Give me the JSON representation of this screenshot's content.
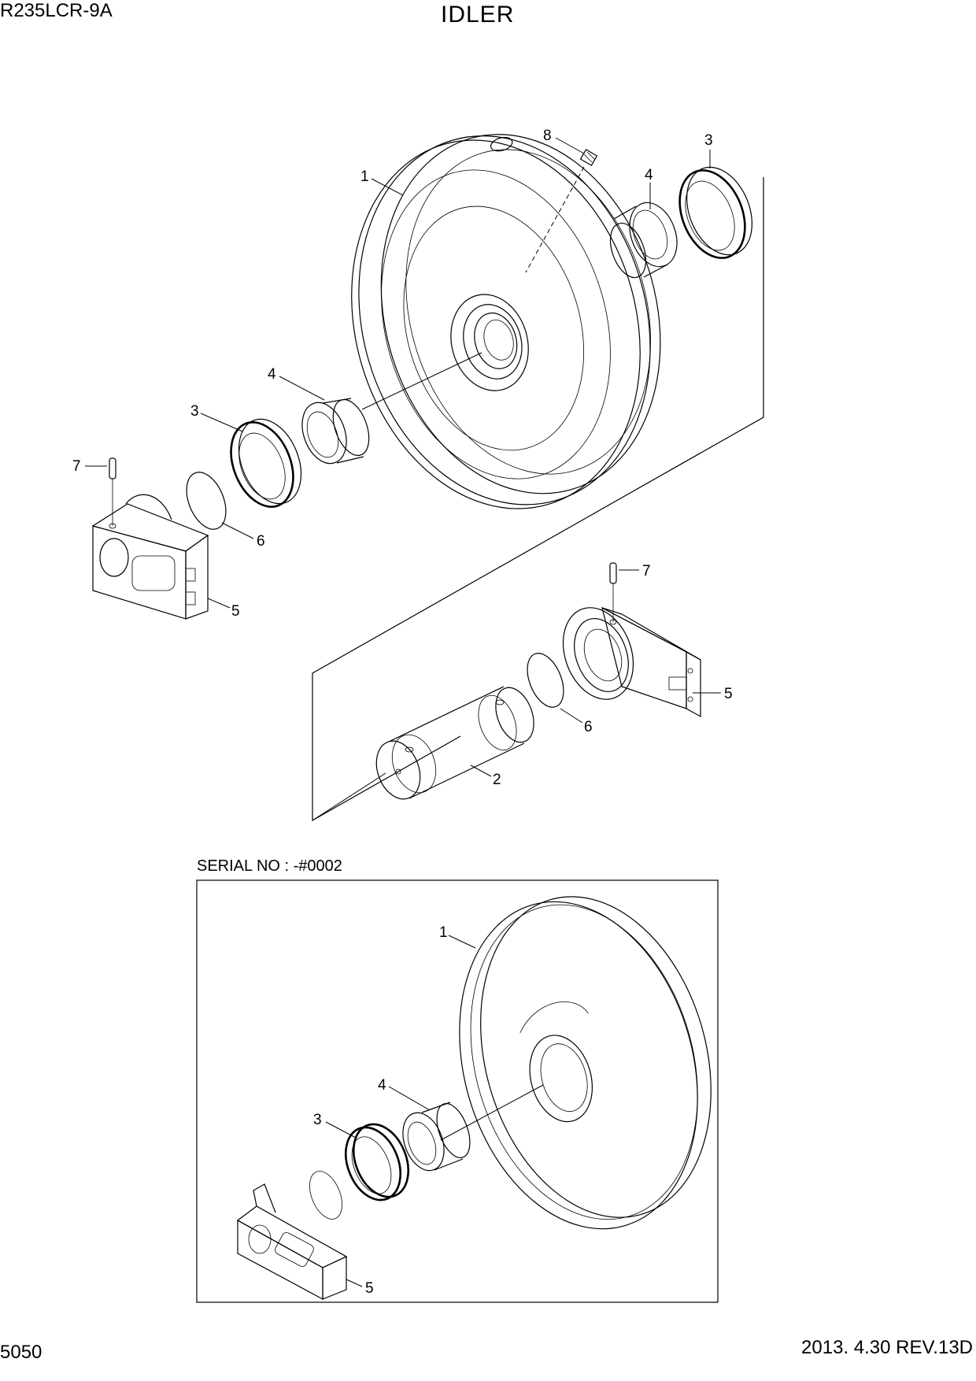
{
  "header": {
    "model": "R235LCR-9A",
    "title": "IDLER"
  },
  "inset": {
    "serial_label": "SERIAL NO : -#0002"
  },
  "footer": {
    "page_number": "5050",
    "revision": "2013. 4.30  REV.13D"
  },
  "callouts": {
    "idler_main": "1",
    "shaft": "2",
    "seal_right": "3",
    "bushing_right": "4",
    "grease_plug": "8",
    "bushing_left": "4",
    "seal_left": "3",
    "pin_left": "7",
    "oring_left": "6",
    "bracket_left": "5",
    "pin_right": "7",
    "bracket_right": "5",
    "oring_right": "6",
    "inset_idler": "1",
    "inset_bushing": "4",
    "inset_seal": "3",
    "inset_bracket": "5"
  }
}
